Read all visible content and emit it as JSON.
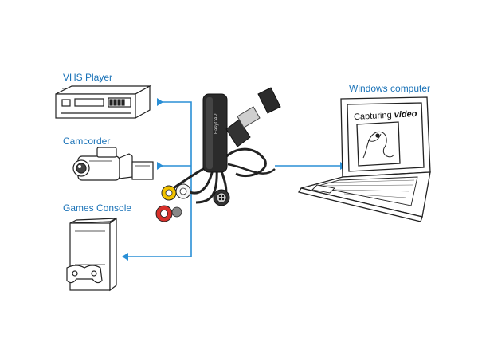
{
  "labels": {
    "vhs": "VHS Player",
    "camcorder": "Camcorder",
    "games": "Games Console",
    "computer": "Windows computer"
  },
  "screen": {
    "text_plain": "Capturing ",
    "text_bold": "video"
  },
  "device": {
    "brand": "EasyCAP"
  },
  "colors": {
    "connector": "#2a8fd6",
    "label": "#1b73b8",
    "outline": "#222222"
  }
}
